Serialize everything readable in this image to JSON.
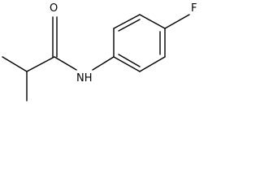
{
  "molecule": {
    "atoms": {
      "oxygen": "O",
      "nitrogen": "NH",
      "fluorine": "F"
    }
  }
}
